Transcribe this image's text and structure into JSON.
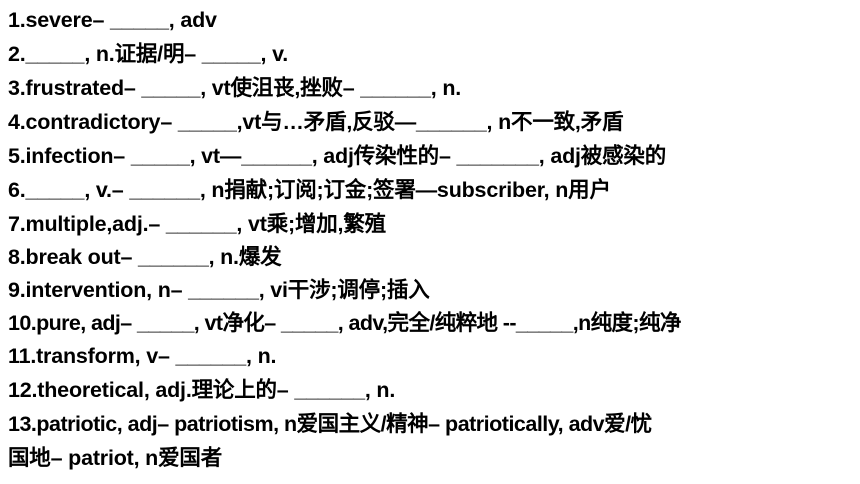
{
  "lines": [
    "1.severe– _____, adv",
    "2._____, n.证据/明– _____, v.",
    "3.frustrated– _____, vt使沮丧,挫败– ______, n.",
    "4.contradictory– _____,vt与…矛盾,反驳—______, n不一致,矛盾",
    "5.infection– _____, vt—______, adj传染性的– _______, adj被感染的",
    "6._____, v.– ______, n捐献;订阅;订金;签署—subscriber, n用户",
    "7.multiple,adj.– ______, vt乘;增加,繁殖",
    "8.break out– ______, n.爆发",
    "9.intervention, n– ______, vi干涉;调停;插入",
    "10.pure, adj– _____, vt净化– _____, adv,完全/纯粹地 --_____,n纯度;纯净",
    "11.transform, v– ______, n.",
    "12.theoretical, adj.理论上的– ______, n.",
    "13.patriotic, adj– patriotism, n爱国主义/精神– patriotically,  adv爱/忧",
    "国地– patriot, n爱国者"
  ]
}
